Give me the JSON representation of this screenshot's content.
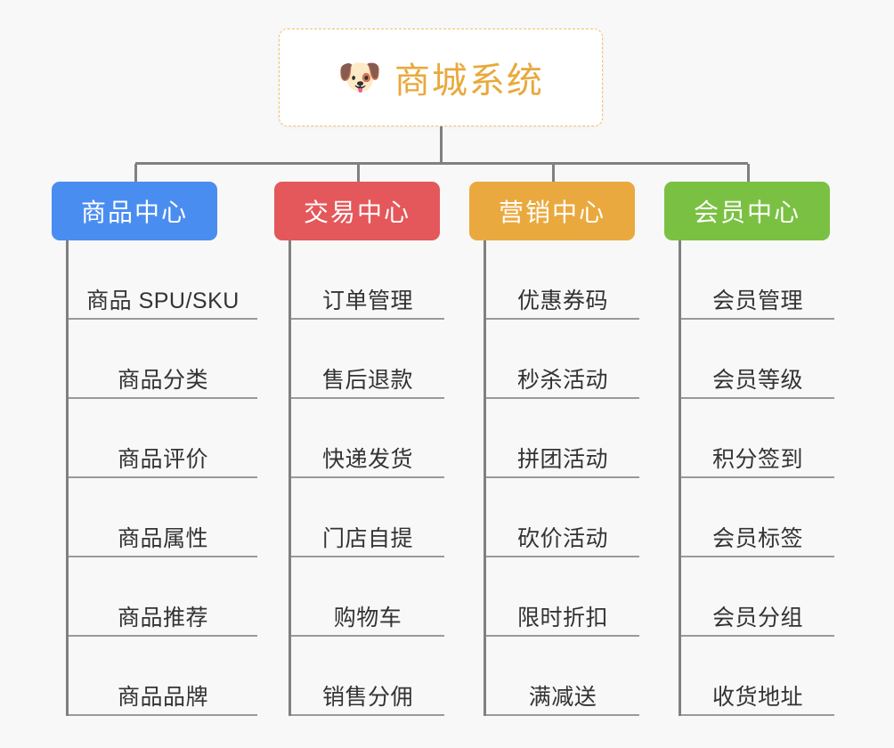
{
  "canvas": {
    "background": "#f8f8f8",
    "connector_color": "#808080"
  },
  "root": {
    "icon": "dog-face-emoji",
    "emoji": "🐶",
    "title": "商城系统",
    "text_color": "#e8a93c",
    "border_color": "#f3c169",
    "background": "#ffffff"
  },
  "categories": [
    {
      "label": "商品中心",
      "color": "#4a8df0",
      "items": [
        {
          "label": "商品 SPU/SKU"
        },
        {
          "label": "商品分类"
        },
        {
          "label": "商品评价"
        },
        {
          "label": "商品属性"
        },
        {
          "label": "商品推荐"
        },
        {
          "label": "商品品牌"
        }
      ]
    },
    {
      "label": "交易中心",
      "color": "#e4575a",
      "items": [
        {
          "label": "订单管理"
        },
        {
          "label": "售后退款"
        },
        {
          "label": "快递发货"
        },
        {
          "label": "门店自提"
        },
        {
          "label": "购物车"
        },
        {
          "label": "销售分佣"
        }
      ]
    },
    {
      "label": "营销中心",
      "color": "#eaa93e",
      "items": [
        {
          "label": "优惠券码"
        },
        {
          "label": "秒杀活动"
        },
        {
          "label": "拼团活动"
        },
        {
          "label": "砍价活动"
        },
        {
          "label": "限时折扣"
        },
        {
          "label": "满减送"
        }
      ]
    },
    {
      "label": "会员中心",
      "color": "#7ac143",
      "items": [
        {
          "label": "会员管理"
        },
        {
          "label": "会员等级"
        },
        {
          "label": "积分签到"
        },
        {
          "label": "会员标签"
        },
        {
          "label": "会员分组"
        },
        {
          "label": "收货地址"
        }
      ]
    }
  ]
}
